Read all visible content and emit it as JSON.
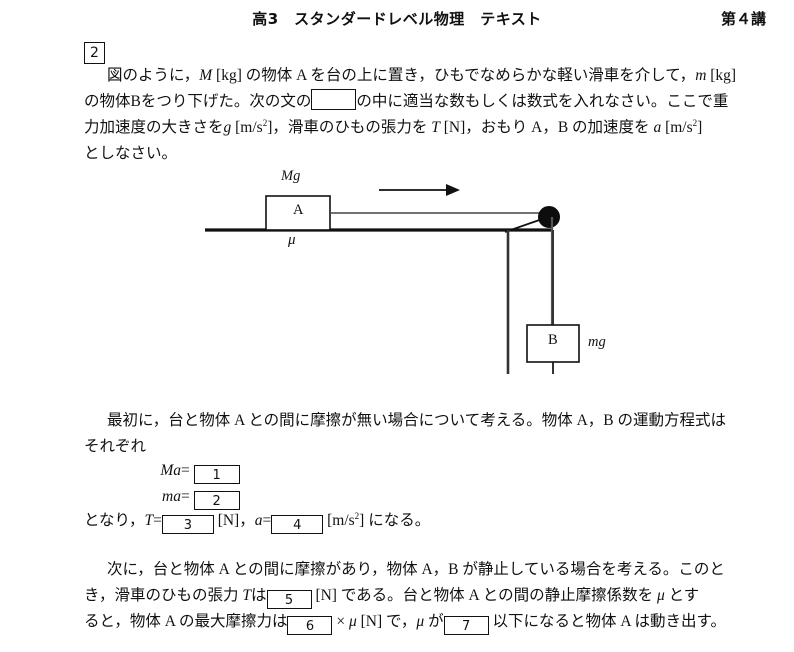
{
  "header": {
    "title": "高3　スタンダードレベル物理　テキスト",
    "lesson": "第４講"
  },
  "problem": {
    "number": "2"
  },
  "intro": {
    "line1_a": "図のように，",
    "line1_M": "M",
    "line1_b": " [kg] の物体 A を台の上に置き，ひもでなめらかな軽い滑車を介して，",
    "line1_m": "m",
    "line1_c": " [kg]",
    "line2_a": "の物体Bをつり下げた。次の文の",
    "line2_box": "",
    "line2_b": "の中に適当な数もしくは数式を入れなさい。ここで重",
    "line3_a": "力加速度の大きさを",
    "line3_g": "g",
    "line3_b": " [m/s",
    "line3_sup1": "2",
    "line3_c": "]，滑車のひもの張力を ",
    "line3_T": "T",
    "line3_d": " [N]，おもり A，B の加速度を ",
    "line3_a_sym": "a",
    "line3_e": " [m/s",
    "line3_sup2": "2",
    "line3_f": "]",
    "line4": "としなさい。"
  },
  "figure": {
    "label_Mg": "Mg",
    "label_mu": "μ",
    "label_A": "A",
    "label_B": "B",
    "label_mg": "mg",
    "arrow_name": "direction-arrow",
    "pulley_name": "pulley"
  },
  "part1": {
    "line1": "最初に，台と物体 A との間に摩擦が無い場合について考える。物体 A，B の運動方程式は",
    "line2": "それぞれ",
    "eq1_label": "Ma",
    "eq1_eq": "=",
    "eq1_box": "1",
    "eq2_label": "ma",
    "eq2_eq": "=",
    "eq2_box": "2",
    "line3_a": "となり，",
    "line3_T": "T",
    "line3_eq1": "=",
    "line3_box3": "3",
    "line3_b": " [N]，",
    "line3_acc": "a",
    "line3_eq2": "=",
    "line3_box4": "4",
    "line3_c": " [m/s",
    "line3_sup": "2",
    "line3_d": "] になる。"
  },
  "part2": {
    "line1": "次に，台と物体 A との間に摩擦があり，物体 A，B が静止している場合を考える。このと",
    "line2_a": "き，滑車のひもの張力 ",
    "line2_T": "T",
    "line2_b": "は",
    "line2_box5": "5",
    "line2_c": " [N] である。台と物体 A との間の静止摩擦係数を ",
    "line2_mu": "μ",
    "line2_d": " とす",
    "line3_a": "ると，物体 A の最大摩擦力は",
    "line3_box6": "6",
    "line3_b": " × ",
    "line3_mu": "μ",
    "line3_c": " [N] で，",
    "line3_mu2": "μ",
    "line3_d": " が",
    "line3_box7": "7",
    "line3_e": " 以下になると物体 A は動き出す。"
  },
  "colors": {
    "ink": "#111111",
    "paper": "#ffffff"
  }
}
